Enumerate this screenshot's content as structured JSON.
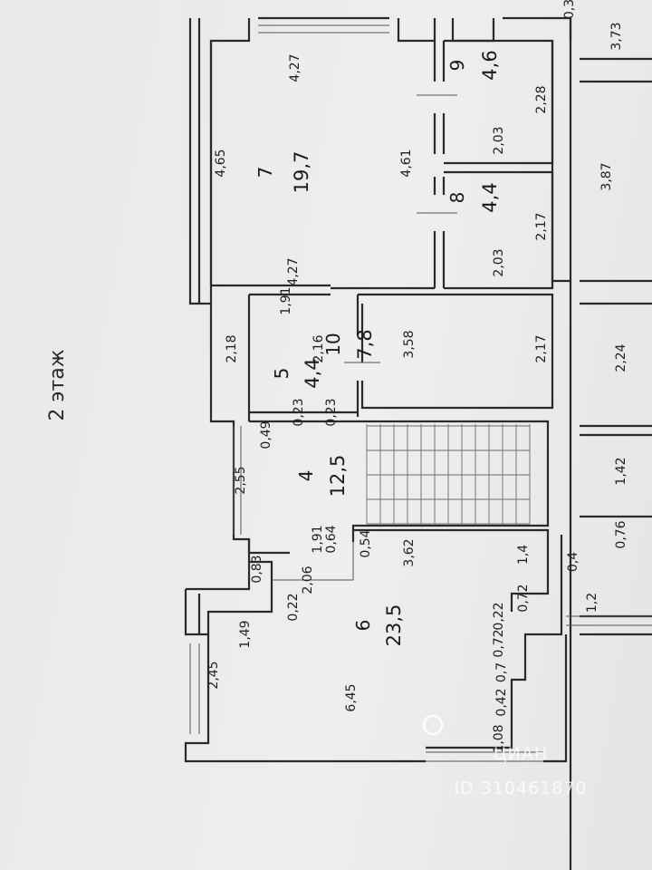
{
  "floor_label": "2 этаж",
  "watermark": "ID 310461870",
  "watermark_logo": "ЦИАН",
  "rooms": [
    {
      "num": "7",
      "area": "19,7"
    },
    {
      "num": "9",
      "area": "4,6"
    },
    {
      "num": "8",
      "area": "4,4"
    },
    {
      "num": "10",
      "area": "7,8"
    },
    {
      "num": "5",
      "area": "4,4"
    },
    {
      "num": "4",
      "area": "12,5"
    },
    {
      "num": "6",
      "area": "23,5"
    }
  ],
  "dimensions": [
    "3,73",
    "0,3",
    "4,27",
    "2,28",
    "4,65",
    "4,61",
    "2,03",
    "3,87",
    "2,17",
    "4,27",
    "2,03",
    "1,91",
    "2,18",
    "2,16",
    "2,17",
    "3,58",
    "2,24",
    "0,23",
    "0,23",
    "0,49",
    "1,42",
    "2,55",
    "1,91",
    "0,64",
    "0,54",
    "0,76",
    "3,62",
    "1,4",
    "0,4",
    "0,83",
    "2,06",
    "0,72",
    "1,2",
    "0,22",
    "0,22",
    "1,49",
    "0,72",
    "2,45",
    "0,7",
    "6,45",
    "0,42",
    "1,08"
  ],
  "colors": {
    "wall": "#2a2a2a",
    "paper": "#ececed"
  }
}
